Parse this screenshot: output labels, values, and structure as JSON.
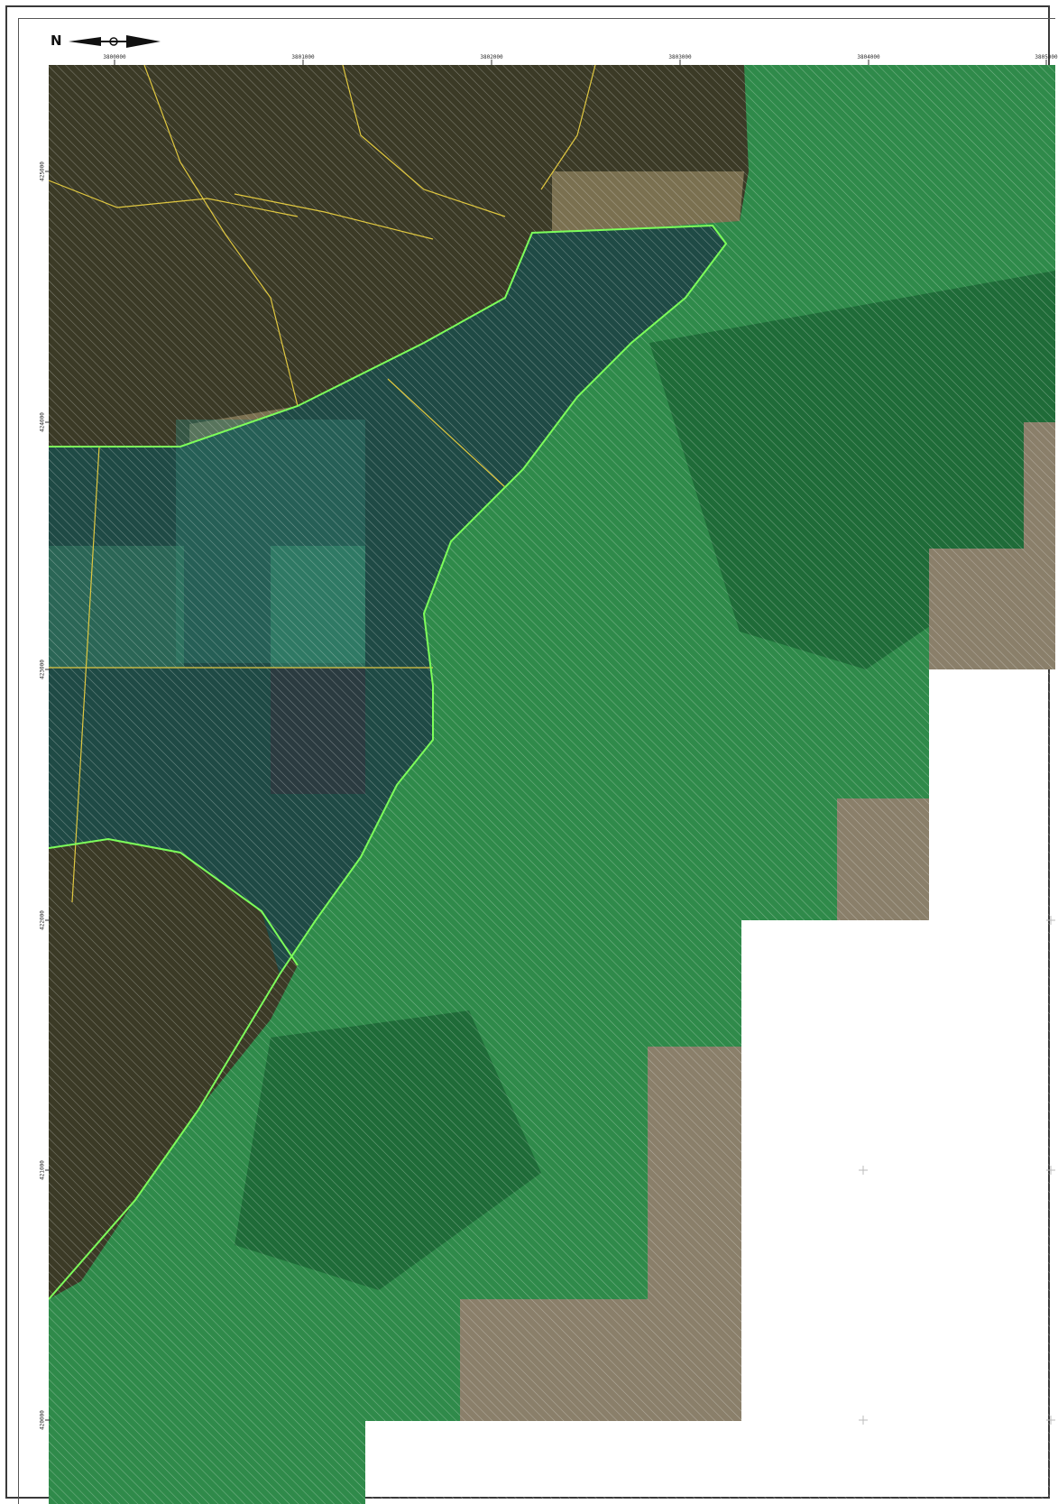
{
  "north_arrow": {
    "letter": "N",
    "icon": "north-arrow-icon"
  },
  "x_ticks": [
    "3800000",
    "3801000",
    "3802000",
    "3803000",
    "3804000",
    "3805000"
  ],
  "y_ticks": [
    "425000",
    "424000",
    "423000",
    "422000",
    "421000",
    "420000"
  ],
  "colors": {
    "farmland": "#3b3a26",
    "lake": "#1f4a45",
    "forest": "#2f8a4a",
    "forest_dark": "#1f6b38",
    "bare_terrain": "#8a7f6a",
    "boundary": "#e0c840",
    "outline_green": "#7dff5a",
    "background": "#ffffff"
  },
  "legend_shown": false
}
